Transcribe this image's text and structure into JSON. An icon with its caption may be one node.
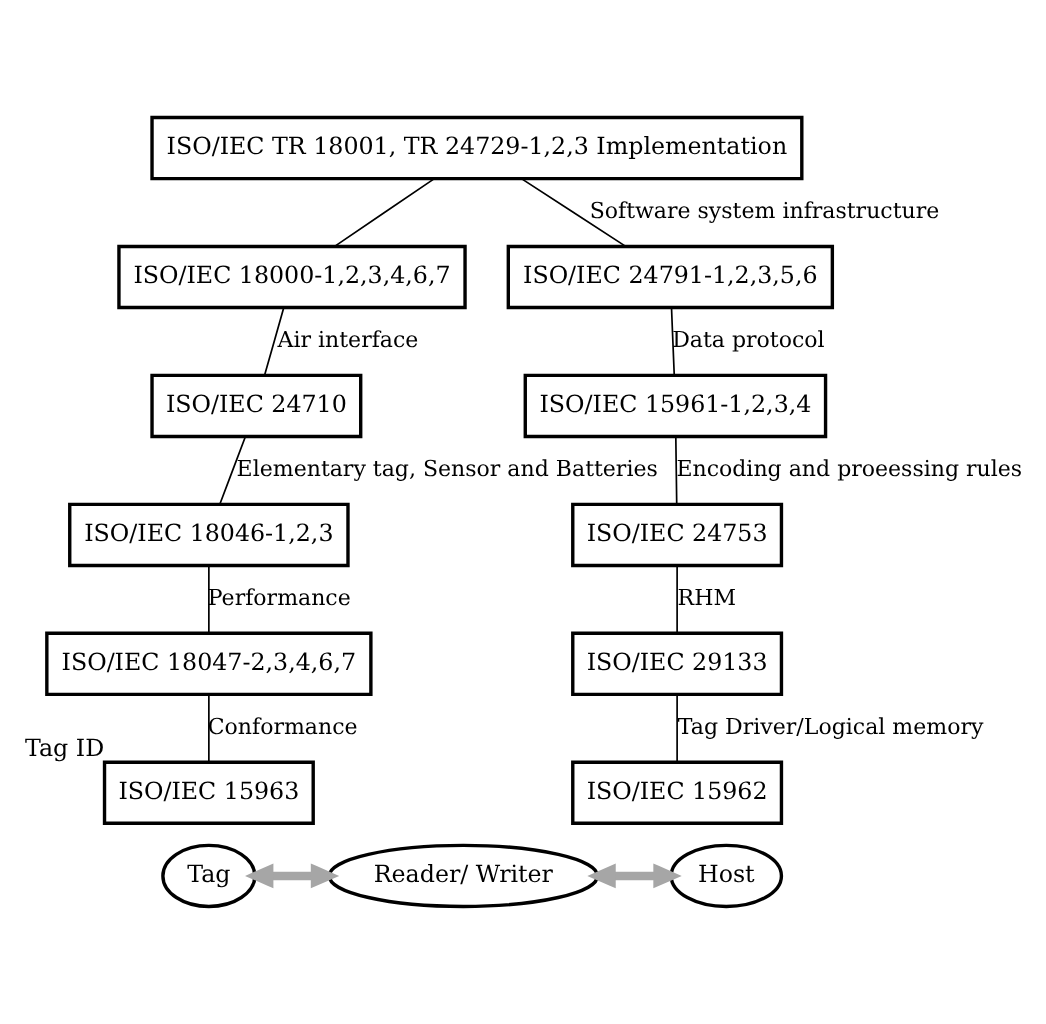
{
  "diagram": {
    "nodes": [
      {
        "text": [
          "ISO/IEC TR 18001, TR 24729-1,2,3 Implementation"
        ]
      },
      {
        "text": [
          "ISO/IEC 18000-1,2,3,4,6,7"
        ]
      },
      {
        "text": [
          "ISO/IEC 24710"
        ]
      },
      {
        "text": [
          "ISO/IEC 18046-1,2,3"
        ]
      },
      {
        "text": [
          "ISO/IEC 18047-2,3,4,6,7"
        ]
      },
      {
        "text": [
          "ISO/IEC 15963"
        ],
        "beside": [
          "Tag ID"
        ]
      },
      {
        "text": [
          "ISO/IEC 24791-1,2,3,5,6"
        ]
      },
      {
        "text": [
          "ISO/IEC 15961-1,2,3,4"
        ]
      },
      {
        "text": [
          "ISO/IEC 24753"
        ]
      },
      {
        "text": [
          "ISO/IEC 29133"
        ]
      },
      {
        "text": [
          "ISO/IEC 15962"
        ]
      },
      {
        "text": [
          "Tag"
        ]
      },
      {
        "text": [
          "Reader/ Writer"
        ]
      },
      {
        "text": [
          "Host"
        ]
      }
    ],
    "edges": [
      {
        "from": 0,
        "to": 1,
        "arrow": "none"
      },
      {
        "from": 1,
        "to": 2,
        "arrow": "none",
        "label": "Air interface"
      },
      {
        "from": 2,
        "to": 3,
        "arrow": "none",
        "label": "Elementary tag, Sensor and Batteries"
      },
      {
        "from": 3,
        "to": 4,
        "arrow": "none",
        "label": "Performance"
      },
      {
        "from": 4,
        "to": 5,
        "arrow": "none",
        "label": "Conformance"
      },
      {
        "from": 0,
        "to": 6,
        "arrow": "none",
        "label": "Software system infrastructure"
      },
      {
        "from": 6,
        "to": 7,
        "arrow": "none",
        "label": "Data protocol"
      },
      {
        "from": 7,
        "to": 8,
        "arrow": "none",
        "label": "Encoding and proeessing rules"
      },
      {
        "from": 8,
        "to": 9,
        "arrow": "none",
        "label": "RHM"
      },
      {
        "from": 9,
        "to": 10,
        "arrow": "none",
        "label": "Tag Driver/Logical memory"
      },
      {
        "from": 11,
        "to": 12,
        "arrow": "both",
        "style": "thick",
        "color": "#a6a6a6"
      },
      {
        "from": 12,
        "to": 13,
        "arrow": "both",
        "style": "thick",
        "color": "#a6a6a6"
      }
    ]
  }
}
